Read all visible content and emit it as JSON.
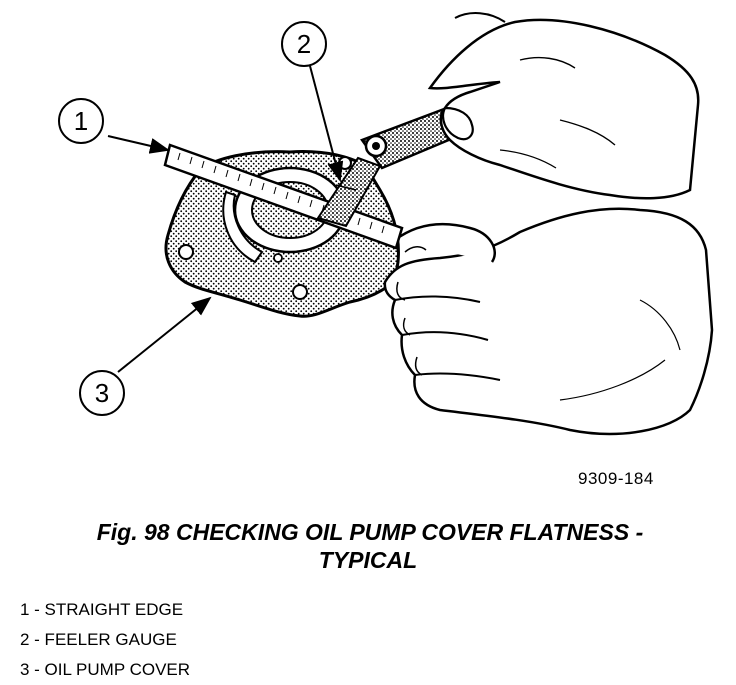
{
  "callouts": [
    {
      "number": "1"
    },
    {
      "number": "2"
    },
    {
      "number": "3"
    }
  ],
  "figure_id": "9309-184",
  "caption": {
    "line1": "Fig. 98 CHECKING OIL PUMP COVER FLATNESS -",
    "line2": "TYPICAL"
  },
  "legend": [
    {
      "text": "1 - STRAIGHT EDGE"
    },
    {
      "text": "2 - FEELER GAUGE"
    },
    {
      "text": "3 - OIL PUMP COVER"
    }
  ]
}
